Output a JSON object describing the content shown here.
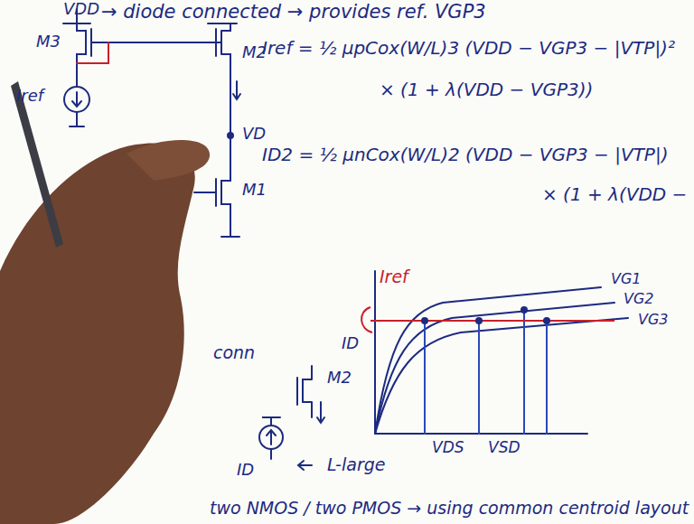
{
  "diagram": {
    "labels": [
      "VDD",
      "→ diode connected → provides ref. VGP3",
      "M3",
      "Iref",
      "M2",
      "VD",
      "M1",
      "Iref = ½ μpCox(W/L)3 (VDD − VGP3 − |VTP|)²",
      "× (1 + λ(VDD − VGP3))",
      "ID2 = ½ μnCox(W/L)2 (VDD − VGP3 − |VTP|)",
      "× (1 + λ(VDD −",
      "Iref",
      "ID",
      "VG1",
      "VG2",
      "VG3",
      "VDS",
      "VSD",
      "conn",
      "M2",
      "ID",
      "L-large",
      "two NMOS / two PMOS → using common centroid layout"
    ]
  }
}
